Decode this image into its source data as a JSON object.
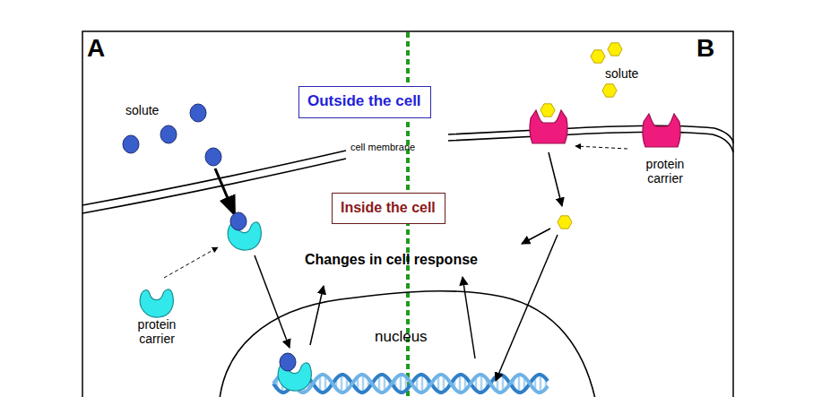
{
  "diagram": {
    "nodes": [
      {
        "text": [
          "Outside the cell"
        ]
      },
      {
        "text": [
          "Inside the cell"
        ]
      }
    ],
    "labels": [
      "A",
      "B",
      "solute",
      "cell membrane",
      "solute",
      "protein carrier",
      "protein carrier",
      "Changes in cell response",
      "nucleus"
    ]
  }
}
